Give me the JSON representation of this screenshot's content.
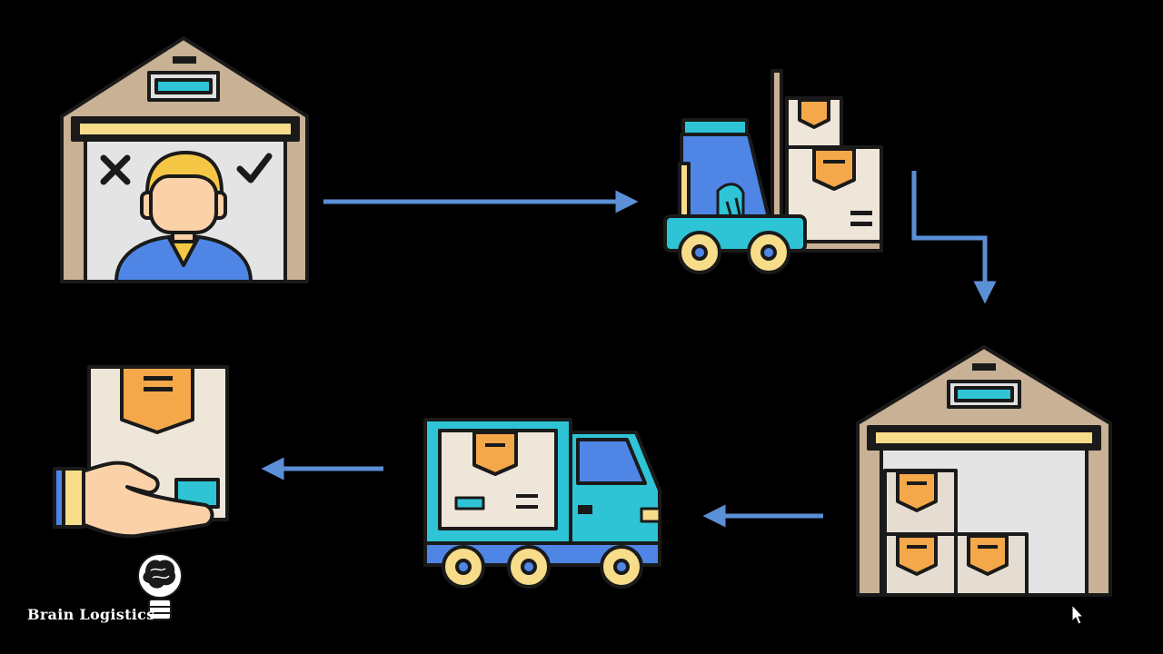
{
  "colors": {
    "background": "#000000",
    "arrow": "#5b8fd6",
    "outline": "#1a1a1a",
    "roof": "#c8b194",
    "wall": "#d8cfc2",
    "door": "#e4e4e4",
    "yellow": "#f7dc8a",
    "cyan": "#2ec4d6",
    "blue": "#4f86e6",
    "orange": "#f4a84a",
    "box": "#efe6da",
    "skin": "#fbd2a8",
    "hair": "#f6c744"
  },
  "steps": [
    {
      "id": "warehouse-receiving",
      "icon": "warehouse-worker-icon"
    },
    {
      "id": "forklift",
      "icon": "forklift-icon"
    },
    {
      "id": "warehouse-storage",
      "icon": "warehouse-boxes-icon"
    },
    {
      "id": "truck",
      "icon": "delivery-truck-icon"
    },
    {
      "id": "hand-delivery",
      "icon": "hand-with-box-icon"
    }
  ],
  "watermark": {
    "text": "Brain Logistics",
    "icon": "brain-bulb-icon"
  },
  "cursor": {
    "icon": "mouse-cursor-icon"
  }
}
